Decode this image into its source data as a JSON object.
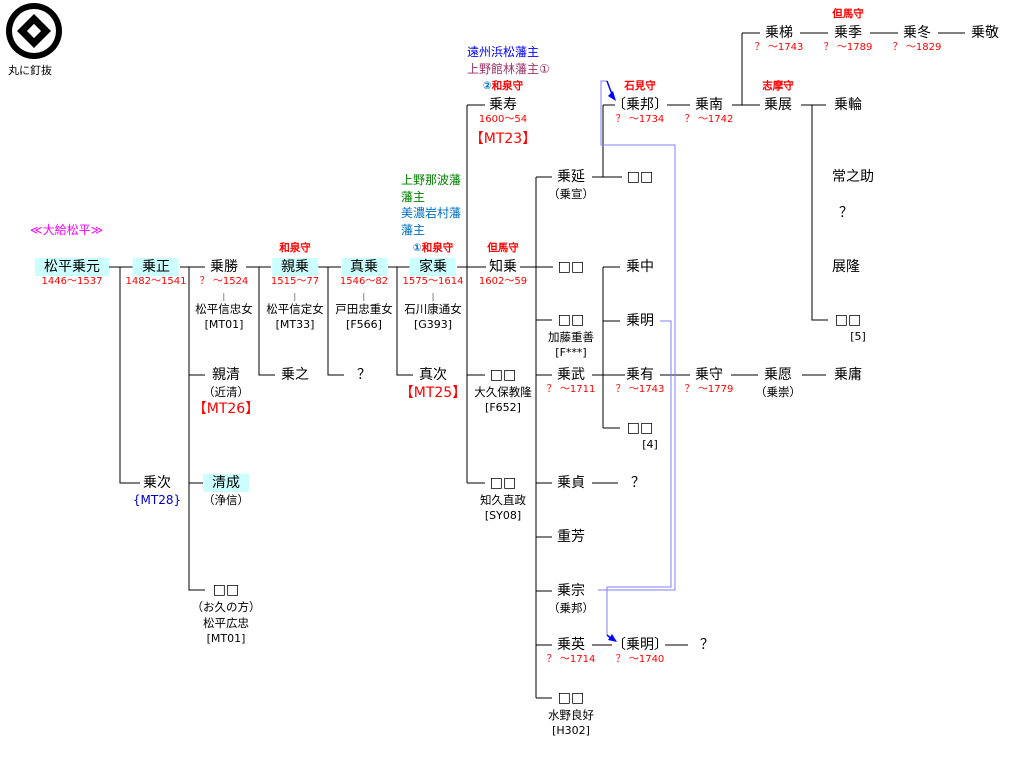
{
  "logo": {
    "caption": "丸に釘抜"
  },
  "clan_label": "≪大給松平≫",
  "colors": {
    "highlight": "#ccffff",
    "dates": "#ff0000",
    "adoption_arrow": "#8080ff"
  },
  "p": {
    "p01": {
      "name": "松平乗元",
      "dates": "1446〜1537"
    },
    "p02": {
      "name": "乗正",
      "dates": "1482〜1541"
    },
    "p03": {
      "name": "乗勝",
      "dates": "？ 〜1524",
      "spouse": "松平信忠女",
      "ref": "[MT01]"
    },
    "p04": {
      "name": "親乗",
      "dates": "1515〜77",
      "title": "和泉守",
      "spouse": "松平信定女",
      "ref": "[MT33]"
    },
    "p05": {
      "name": "真乗",
      "dates": "1546〜82",
      "spouse": "戸田忠重女",
      "ref": "[F566]"
    },
    "p06": {
      "name": "家乗",
      "dates": "1575〜1614",
      "title_num": "①",
      "title": "和泉守",
      "spouse": "石川康通女",
      "ref": "[G393]",
      "domain1": "上野那波藩藩主",
      "domain2": "美濃岩村藩藩主"
    },
    "p07": {
      "name": "親清",
      "alias": "（近清）",
      "ref": "【MT26】"
    },
    "p08": {
      "name": "乗之"
    },
    "p09": {
      "name": "？"
    },
    "p10": {
      "name": "真次",
      "ref": "【MT25】"
    },
    "p11": {
      "name": "乗次",
      "ref": "{MT28}"
    },
    "p12": {
      "name": "清成",
      "alias": "（浄信）"
    },
    "p13": {
      "name": "□□",
      "alias": "（お久の方）",
      "spouse": "松平広忠",
      "ref": "[MT01]"
    },
    "p14": {
      "name": "乗寿",
      "dates": "1600〜54",
      "ref": "【MT23】",
      "title_num": "②",
      "title": "和泉守",
      "domain1": "遠州浜松藩主",
      "domain2": "上野館林藩主①"
    },
    "p15": {
      "name": "知乗",
      "dates": "1602〜59",
      "title": "但馬守"
    },
    "p16": {
      "name": "□□",
      "spouse": "大久保教隆",
      "ref": "[F652]"
    },
    "p17": {
      "name": "□□",
      "spouse": "知久直政",
      "ref": "[SY08]"
    },
    "p18": {
      "name": "乗延",
      "alias": "（乗宣）"
    },
    "p19": {
      "name": "□□"
    },
    "p20": {
      "name": "〔乗邦〕",
      "dates": "？ 〜1734",
      "title": "石見守"
    },
    "p21": {
      "name": "乗南",
      "dates": "？ 〜1742"
    },
    "p22": {
      "name": "乗梯",
      "dates": "？ 〜1743"
    },
    "p23": {
      "name": "乗季",
      "dates": "？ 〜1789",
      "title": "但馬守"
    },
    "p24": {
      "name": "乗冬",
      "dates": "？ 〜1829"
    },
    "p25": {
      "name": "乗敬"
    },
    "p26": {
      "name": "乗展",
      "title": "志摩守"
    },
    "p27": {
      "name": "乗輪"
    },
    "p28": {
      "name": "常之助"
    },
    "p29": {
      "name": "？"
    },
    "p30": {
      "name": "展隆"
    },
    "p31": {
      "name": "□□",
      "ref": "[5]"
    },
    "p32": {
      "name": "□□"
    },
    "p33": {
      "name": "□□",
      "spouse": "加藤重善",
      "ref": "[F***]"
    },
    "p34": {
      "name": "乗武",
      "dates": "？ 〜1711"
    },
    "p35": {
      "name": "乗中"
    },
    "p36": {
      "name": "乗明"
    },
    "p37": {
      "name": "乗有",
      "dates": "？ 〜1743"
    },
    "p38": {
      "name": "□□",
      "ref": "[4]"
    },
    "p39": {
      "name": "乗守",
      "dates": "？ 〜1779"
    },
    "p40": {
      "name": "乗愿",
      "alias": "（乗崇）"
    },
    "p41": {
      "name": "乗庸"
    },
    "p42": {
      "name": "乗貞"
    },
    "p43": {
      "name": "？"
    },
    "p44": {
      "name": "重芳"
    },
    "p45": {
      "name": "乗宗",
      "alias": "（乗邦）"
    },
    "p46": {
      "name": "乗英",
      "dates": "？ 〜1714"
    },
    "p47": {
      "name": "〔乗明〕",
      "dates": "？ 〜1740"
    },
    "p48": {
      "name": "？"
    },
    "p49": {
      "name": "□□",
      "spouse": "水野良好",
      "ref": "[H302]"
    }
  }
}
